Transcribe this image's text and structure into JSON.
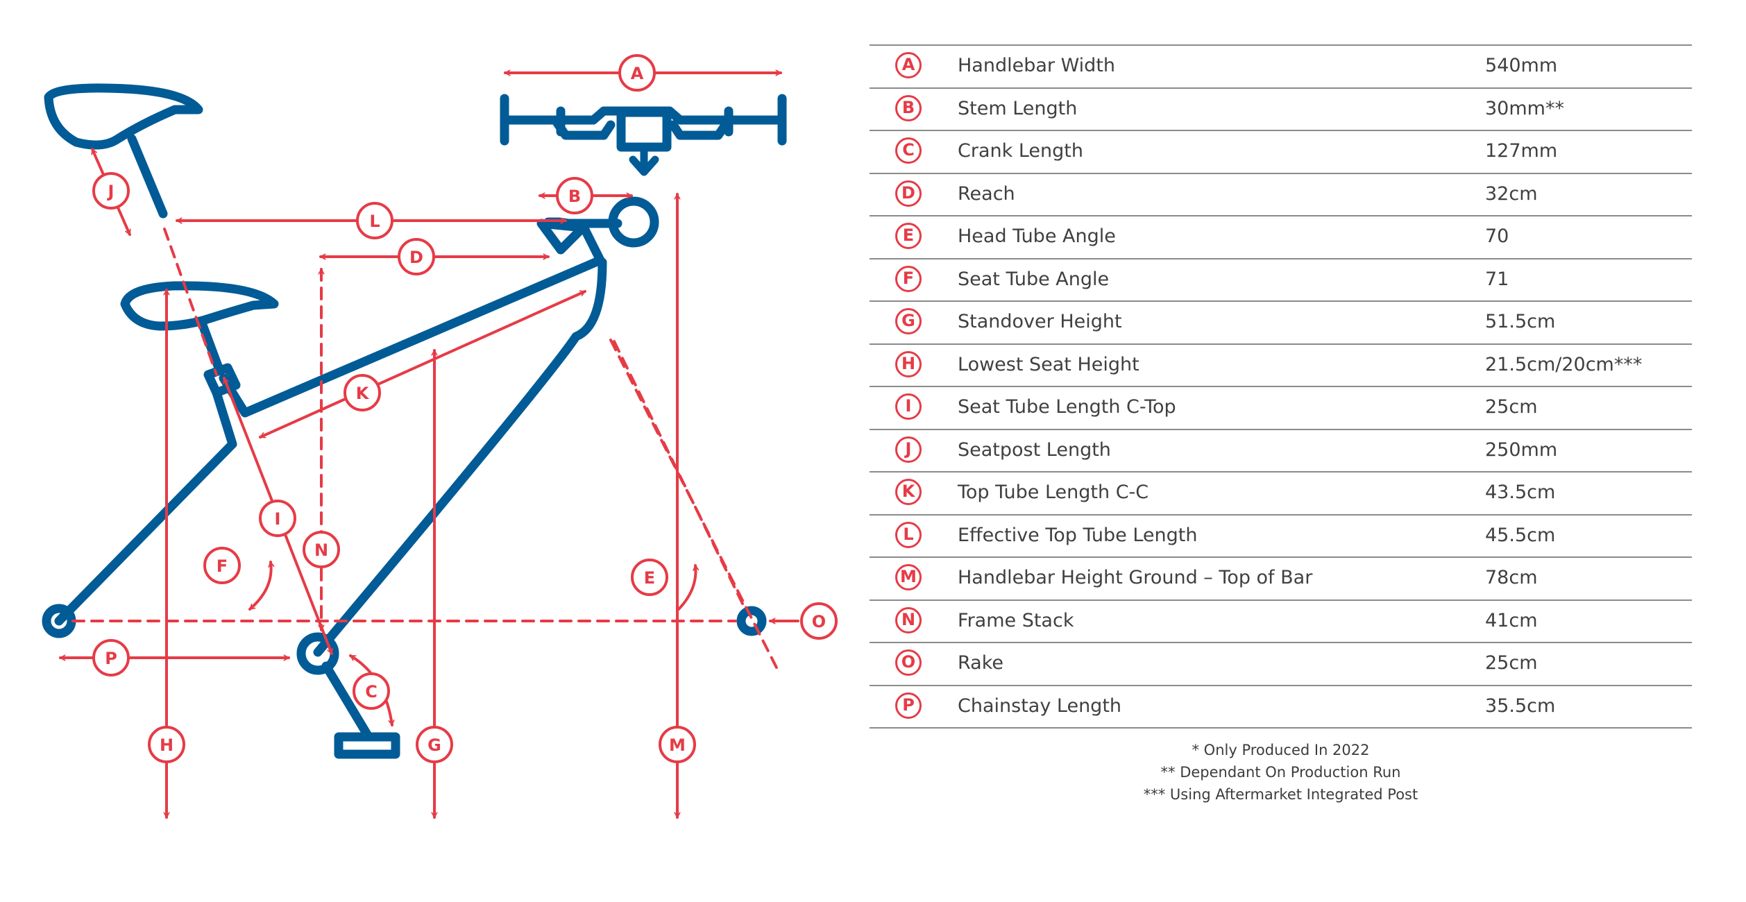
{
  "colors": {
    "accent_red": "#e63b46",
    "frame_blue": "#005b96",
    "rule_gray": "#8a8a8a",
    "text": "#404040"
  },
  "diagram_callouts": [
    "A",
    "B",
    "C",
    "D",
    "E",
    "F",
    "G",
    "H",
    "I",
    "J",
    "K",
    "L",
    "M",
    "N",
    "O",
    "P"
  ],
  "specs": [
    {
      "key": "A",
      "label": "Handlebar Width",
      "value": "540mm"
    },
    {
      "key": "B",
      "label": "Stem Length",
      "value": "30mm**"
    },
    {
      "key": "C",
      "label": "Crank Length",
      "value": "127mm"
    },
    {
      "key": "D",
      "label": "Reach",
      "value": "32cm"
    },
    {
      "key": "E",
      "label": "Head Tube Angle",
      "value": "70"
    },
    {
      "key": "F",
      "label": "Seat Tube Angle",
      "value": "71"
    },
    {
      "key": "G",
      "label": "Standover Height",
      "value": "51.5cm"
    },
    {
      "key": "H",
      "label": "Lowest Seat Height",
      "value": "21.5cm/20cm***"
    },
    {
      "key": "I",
      "label": "Seat Tube Length C-Top",
      "value": "25cm"
    },
    {
      "key": "J",
      "label": "Seatpost Length",
      "value": "250mm"
    },
    {
      "key": "K",
      "label": "Top Tube Length C-C",
      "value": "43.5cm"
    },
    {
      "key": "L",
      "label": "Effective Top Tube Length",
      "value": "45.5cm"
    },
    {
      "key": "M",
      "label": "Handlebar Height Ground – Top of Bar",
      "value": "78cm"
    },
    {
      "key": "N",
      "label": "Frame Stack",
      "value": "41cm"
    },
    {
      "key": "O",
      "label": "Rake",
      "value": "25cm"
    },
    {
      "key": "P",
      "label": "Chainstay Length",
      "value": "35.5cm"
    }
  ],
  "footnotes": [
    "* Only Produced In 2022",
    "** Dependant On Production Run",
    "*** Using Aftermarket Integrated Post"
  ]
}
